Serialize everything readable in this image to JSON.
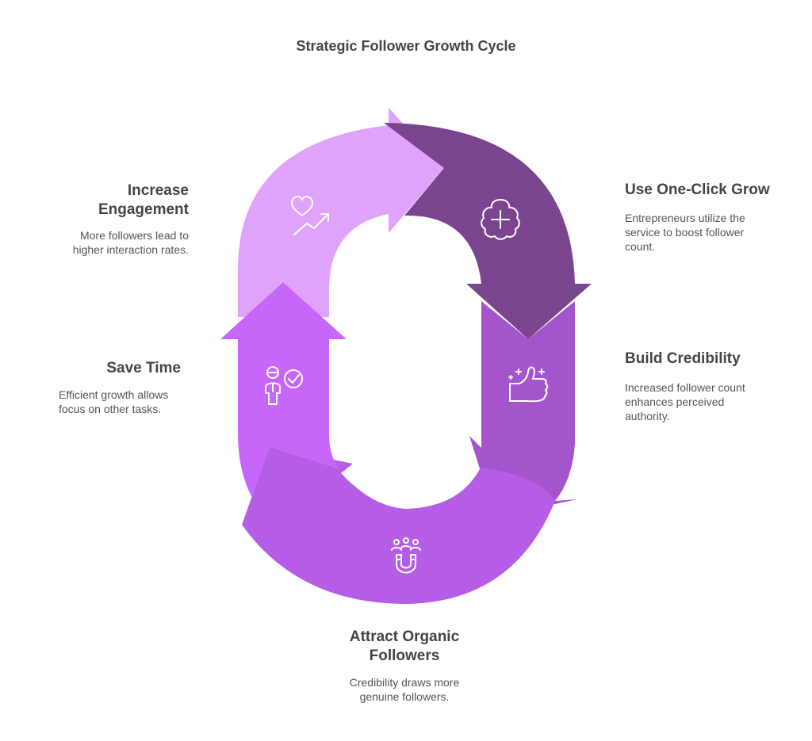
{
  "title": "Strategic Follower Growth Cycle",
  "steps": [
    {
      "title": "Use One-Click Grow",
      "description": "Entrepreneurs utilize the service to boost follower count.",
      "color": "#7A458E",
      "icon": "plus-circle-icon"
    },
    {
      "title": "Build Credibility",
      "description": "Increased follower count enhances perceived authority.",
      "color": "#A455CC",
      "icon": "thumbs-up-sparkle-icon"
    },
    {
      "title": "Attract Organic Followers",
      "description": "Credibility draws more genuine followers.",
      "color": "#B55DE6",
      "icon": "people-magnet-icon"
    },
    {
      "title": "Save Time",
      "description": "Efficient growth allows focus on other tasks.",
      "color": "#C767FA",
      "icon": "person-check-icon"
    },
    {
      "title": "Increase Engagement",
      "description": "More followers lead to higher interaction rates.",
      "color": "#E0A3FC",
      "icon": "heart-trend-up-icon"
    }
  ]
}
